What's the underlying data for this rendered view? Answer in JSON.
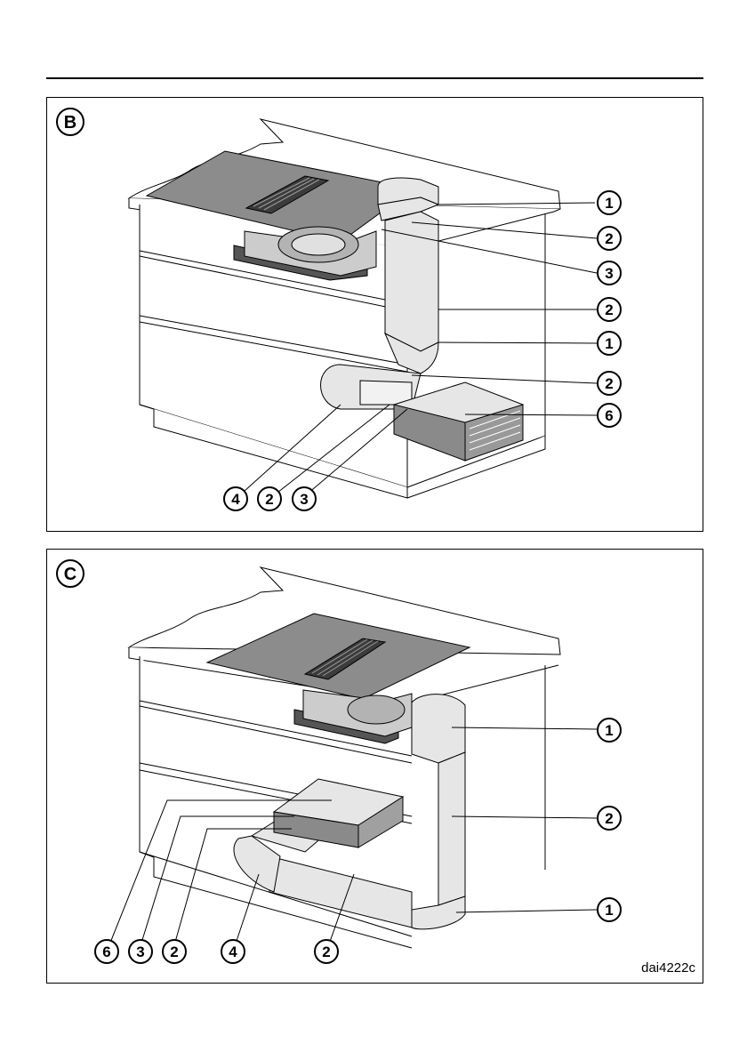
{
  "header_rule": true,
  "panels": [
    {
      "id": "B",
      "letter": "B",
      "callouts_right": [
        "1",
        "2",
        "3",
        "2",
        "1",
        "2",
        "6"
      ],
      "callouts_bottom": [
        "4",
        "2",
        "3"
      ]
    },
    {
      "id": "C",
      "letter": "C",
      "callouts_right": [
        "1",
        "2",
        "1"
      ],
      "callouts_bottom": [
        "6",
        "3",
        "2",
        "4",
        "2"
      ],
      "code": "dai4222c"
    }
  ],
  "colors": {
    "outline": "#000000",
    "cooktop": "#8c8c8c",
    "duct": "#e6e6e6",
    "filter": "#8a8a8a",
    "fan": "#b3b3b3"
  }
}
